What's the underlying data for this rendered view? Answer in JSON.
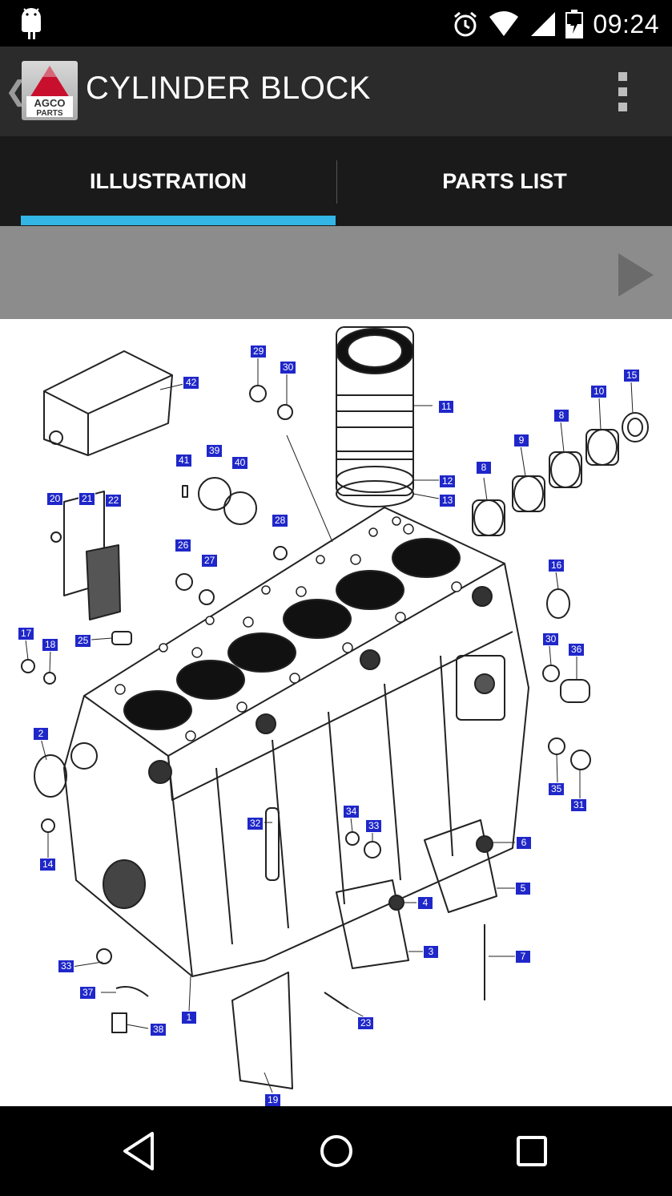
{
  "status_bar": {
    "time": "09:24"
  },
  "action_bar": {
    "logo_text_top": "AGCO",
    "logo_text_bottom": "PARTS",
    "title": "CYLINDER BLOCK"
  },
  "tabs": [
    {
      "label": "ILLUSTRATION",
      "selected": true
    },
    {
      "label": "PARTS LIST",
      "selected": false
    }
  ],
  "colors": {
    "accent": "#33b5e5",
    "callout": "#1f27c9",
    "action_bar": "#2b2b2b",
    "tab_bar": "#1a1a1a",
    "toolbar": "#8c8c8c"
  },
  "icons": [
    "android-icon",
    "alarm-icon",
    "wifi-icon",
    "signal-icon",
    "battery-icon",
    "back-chevron-icon",
    "overflow-menu-icon",
    "play-icon",
    "back-icon",
    "home-icon",
    "recents-icon"
  ],
  "callouts": [
    "29",
    "30",
    "42",
    "11",
    "12",
    "13",
    "15",
    "10",
    "8",
    "9",
    "8",
    "41",
    "39",
    "40",
    "20",
    "21",
    "22",
    "28",
    "26",
    "27",
    "16",
    "17",
    "18",
    "25",
    "30",
    "36",
    "2",
    "32",
    "34",
    "33",
    "6",
    "5",
    "14",
    "4",
    "35",
    "31",
    "3",
    "7",
    "33",
    "37",
    "38",
    "1",
    "23",
    "19"
  ]
}
